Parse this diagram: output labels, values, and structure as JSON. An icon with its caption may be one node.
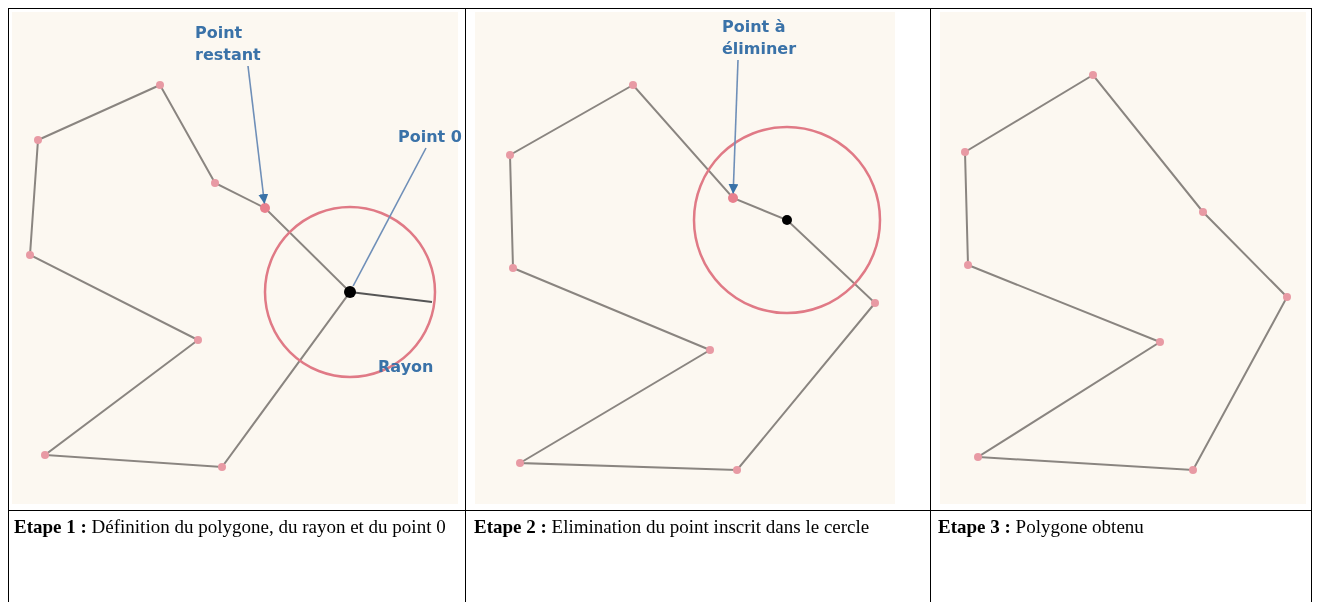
{
  "diagram": {
    "nodes": [
      {
        "text": [
          "Point restant"
        ]
      },
      {
        "text": [],
        "shape": "circle"
      },
      {
        "text": [
          "Point 0"
        ]
      },
      {
        "text": [],
        "shape": "circle"
      },
      {
        "text": [
          "Point à éliminer"
        ]
      },
      {
        "text": [],
        "shape": "circle"
      }
    ],
    "edges": [
      {
        "from": 0,
        "to": 1,
        "arrow": "to"
      },
      {
        "from": 2,
        "to": 3,
        "arrow": "none"
      },
      {
        "from": 4,
        "to": 5,
        "arrow": "to"
      }
    ],
    "labels": [
      "Rayon",
      "**Etape 1 :** Définition du polygone, du rayon et du point 0",
      "**Etape 2 :** Elimination du point inscrit dans le cercle",
      "**Etape 3 :** Polygone obtenu"
    ]
  }
}
